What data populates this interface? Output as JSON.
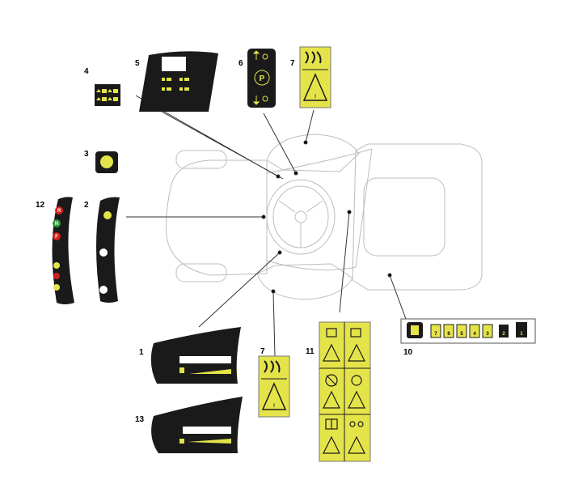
{
  "colors": {
    "sticker_yellow": "#e4e44a",
    "decal_black": "#1a1a1a",
    "outline_gray": "#bdbdbd",
    "leader": "#333333",
    "red": "#d22020",
    "green": "#2a9a3a"
  },
  "callouts": [
    {
      "id": "1",
      "label": "1"
    },
    {
      "id": "2",
      "label": "2"
    },
    {
      "id": "3",
      "label": "3"
    },
    {
      "id": "4",
      "label": "4"
    },
    {
      "id": "5",
      "label": "5"
    },
    {
      "id": "6",
      "label": "6"
    },
    {
      "id": "7a",
      "label": "7"
    },
    {
      "id": "7b",
      "label": "7"
    },
    {
      "id": "10",
      "label": "10"
    },
    {
      "id": "11",
      "label": "11"
    },
    {
      "id": "12",
      "label": "12"
    },
    {
      "id": "13",
      "label": "13"
    }
  ],
  "decal12": {
    "letters": [
      "R",
      "N",
      "F"
    ]
  },
  "decal10": {
    "gears": [
      "7",
      "6",
      "5",
      "4",
      "3",
      "2",
      "1"
    ]
  }
}
